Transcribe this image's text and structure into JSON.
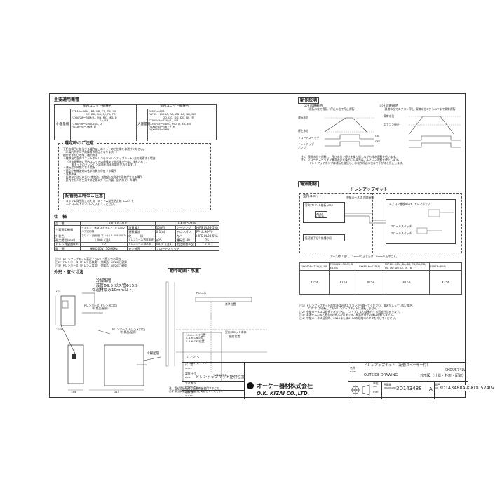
{
  "applicable": {
    "title": "主要適用機種",
    "headers": [
      "",
      "室内ユニット機種名",
      "",
      "室内ユニット機種名"
    ],
    "small_label": "小容量機",
    "large_label": "大容量機",
    "small_lines": [
      "FXP40〜56AL, BA, BB, CB, DA, DB",
      "DC, DD, DG, DJ, FA, FB",
      "FXYAP28〜36M(A), MB, MC, MD, D",
      "EA, EB",
      "FXYAP16〜22D(A)(A, D",
      "FQXAP28〜36M, D"
    ],
    "large_lines": [
      "FAP63〜80AL",
      "FAP63〜112BA, BB, CB, DA, DB, DC",
      "DD, DG, DD, DG, FA, FB",
      "FXYAP45〜71M(A), MB",
      "FXYAP45〜56MC, MD, D, EA, EB",
      "FQXAP45〜56・71M",
      "FQXAP45〜56D"
    ]
  },
  "notice": {
    "title": "選定時のご注意",
    "lines": [
      "下記の項目に該当する場合は、本キットのご使用をお避けください。",
      "（水漏れやポンプ故障等の原因となります。）",
      "",
      "使用できない環境、使用方法",
      "・複数台の室内ユニットのドレンを本ドレンアップキット1台で処理する場合",
      "（冷房運転時に室内ユニットの吸排気で排出量が一度に排出されて、",
      "本キットのドレンパン容量を超える場合があります。）",
      "・運転音が問題となる場所",
      "・薬品や有機溶剤の化学物質が存在する場所",
      "・塩害地域",
      "・厨房など油分の多い(植物油、鉱物油)の飛沫や蒸気が生じる場所",
      "・屋内でも人が生活する空間以外（天井裏、屋内など）の場所"
    ]
  },
  "construction": {
    "title": "配管施工時のご注意",
    "lines": [
      "・スライム発生防止のため（スライム発生防止剤 K-AG）を",
      "エアコンのドレンパンに入れてください。"
    ]
  },
  "spec": {
    "title": "仕　様",
    "rows": [
      [
        "品　番",
        "K-KDU574LV",
        "",
        "K-KDU574LV"
      ],
      [
        "主要適用機種",
        "ダイキン工業製 スカイエア・ビル用マルチ室内機",
        "消費電力",
        "10(W)",
        "ケーシング",
        "HIPS UL94-5VA"
      ],
      [
        "",
        "",
        "運転電流",
        "0.1(A)",
        "ドレンパン",
        "PP UL94-V0"
      ],
      [
        "外装色",
        "ホワイト(近似色 マンセル5.0Y9.0/0.5)",
        "絶　　　縁",
        "—",
        "カバー",
        "HIPS UL94-5VA"
      ],
      [
        "最大揚程(mm)",
        "1,000（注1）",
        "ドレンホース(内径接続)",
        "φ25",
        "運転音 dB",
        "25"
      ],
      [
        "ドレン排出量(ℓ/h)",
        "12",
        "ドレンホース(排水用)",
        "VP20（注3）",
        "製品質量(kg)",
        "2.9"
      ],
      [
        "電　源",
        "単相200V, 50/60Hz",
        "安全装置",
        "フロートスイッチ",
        "",
        ""
      ]
    ],
    "notes": [
      "注1）ドレンアップキット直近よりドレン管までの高さ",
      "注2）ドレンホース（ドレン出口用）(付属品：VP20に接続）",
      "注3）ドレンホース（ドレン入口用）(付属品：VP20に接続）"
    ]
  },
  "dimension": {
    "title": "外形・取付寸法",
    "pipe_title": "冷媒配管",
    "pipe_lines": [
      "（液管Φ9.5 ガス管Φ15.9",
      "保温材厚み10mm以下）"
    ],
    "hose_out": [
      "ドレンホース(ドレン出口用)",
      "（付属品/接続）"
    ],
    "hose_in": [
      "ドレンホース(ドレン入口用)",
      "（付属品/接続）"
    ],
    "cold_pipe": "冷媒配管",
    "dims": [
      "149",
      "217",
      "72.5",
      "62"
    ],
    "note": [
      "注）塩ビ管接続時は接着剤を使用すること。",
      "必ず排水試験(通水確認)を実施してください。"
    ]
  },
  "operation_range": {
    "title": "動作範囲・水量",
    "labels": [
      "ドレン水",
      "基準位置",
      "室内ユニット本体",
      "据付位置"
    ],
    "levels": [
      "10-6-4 OFF位置",
      "5-4-H ON位置",
      "5-4-H OFF位置"
    ],
    "drain_pan": "ドレンパン",
    "float": "フロートスイッチ",
    "kit_position": "ドレンアップキット据付位置"
  },
  "operation": {
    "title": "動作説明",
    "case1_title": "①冷房運転時",
    "case1_sub": "（運転水位で運転／停止水位で停止運転）",
    "case2_title": "②冷房運転時",
    "case2_sub": "（異常水位でエアコン停止, 異常水位①からOFFまで異常運転）",
    "labels": [
      "運転水位",
      "停止水位",
      "フロートスイッチ",
      "ドレンアップ",
      "ポンプ",
      "ON",
      "OFF",
      "異常水位",
      "エアコン停止"
    ],
    "notes": [
      "注1）運転水位で運転し、停止水位で停止を繰り返しながら排水運転を行います。",
      "注2）フロートスイッチが異常水位を検出した場合は、エアコン運転を停止します。",
      "ドレンアップポンプは運転を継続し、水位が停止水位まで下がると停止します。"
    ]
  },
  "wiring": {
    "title": "電気配線",
    "kit_label": "ドレンアップキット",
    "indoor_label": "室内ユニット",
    "board_label": "室内プリント基板ASSY",
    "x15a": "X15A",
    "x15a_sub": "(白2P)",
    "pump_label": "ドレンポンプ",
    "aircon_board": "エアコン基板ASSY",
    "float_label": "フロートスイッチ",
    "float_label2": "フロートスイッチ",
    "connector": "中継ハーネス 内部接続",
    "terminal": "接続端子記号機種参照",
    "earth": "アース線（注）。 2mm²以上または1.6mm以上のこと。",
    "table_headers": [
      "FXYAP28〜71M(A), MB",
      "FXYAP28〜56MC, D, EA, EB",
      "FXYAP16〜22D(A)",
      "FXP40〜56AL, BA, BB, CB, DA, DB, DC, DD, DG, DJ, FA, FB",
      "FXP63〜80AL"
    ],
    "table_row": [
      "X15A",
      "X15A",
      "X15A",
      "X15A",
      "X15A"
    ],
    "notes": [
      "注1）ドレンアップキットの電源は必ずエアコンから取ってください。電源が入っていない場合、",
      "エアコンが運転してもドレンアップキットは運転しません。",
      "注2）中継ハーネスは延長できません。（ノイズにより誤動作する可能性があります。）",
      "注3）電源を入れると約5分の給水が可能です。無電圧停止の後は運転しません。",
      "注4）中継ハーネス接続時、CN15またはX15Aの短絡コネクタを外してください。"
    ]
  },
  "titleblock": {
    "rows_left": [
      {
        "label": "尺　度",
        "sub": "SCALE",
        "value": ""
      },
      {
        "label": "製作日付",
        "sub": "DATE",
        "value": "YY/MM/DD"
      },
      {
        "label": "受注番号",
        "sub": "ORDER NO.",
        "value": ""
      },
      {
        "label": "製作数",
        "sub": "QUANT.",
        "value": ""
      }
    ],
    "name_label": "名称",
    "name_sub": "NAME",
    "product_name": "ドレンアップキット（配管スペーサー付）",
    "model": "K-KDU574LV",
    "drawing_type": "OUTSIDE DRAWING",
    "drawing_type_jp": "外形図（仕様・外形・配線）",
    "company_jp": "オーケー器材株式会社",
    "company_en": "O.K. KIZAI CO.,LTD.",
    "unit_label": "単位",
    "unit_sub": "UNIT",
    "unit_value": "mm",
    "orig_label": "元図番",
    "orig_sub": "ORG.DWG.NO.",
    "orig_value": "3D143488",
    "rev": "A",
    "dwg_label": "図番",
    "dwg_sub": "DWG.NO.",
    "dwg_value": "3D143488A-K-KDU574LV"
  }
}
